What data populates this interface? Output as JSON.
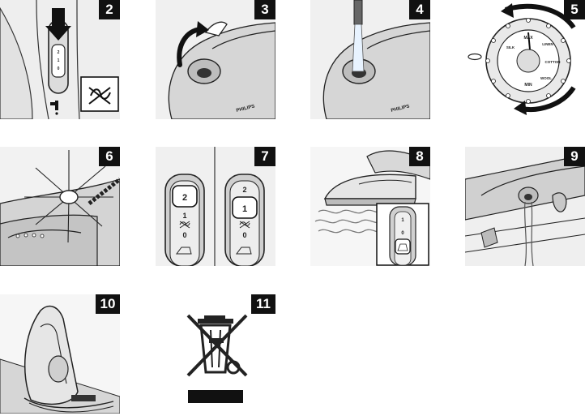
{
  "steps": {
    "s2": "2",
    "s3": "3",
    "s4": "4",
    "s5": "5",
    "s6": "6",
    "s7": "7",
    "s8": "8",
    "s9": "9",
    "s10": "10",
    "s11": "11"
  },
  "brand": "PHILIPS",
  "steam_dial": {
    "levels": [
      "2",
      "1",
      "0"
    ],
    "selected_left": "2",
    "selected_right": "1"
  },
  "temperature_dial": {
    "marks": [
      "MAX",
      "LINEN",
      "COTTON",
      "WOOL",
      "SILK",
      "MIN"
    ]
  },
  "colors": {
    "badge": "#111111",
    "panel": "#f4f4f4",
    "line": "#222222"
  },
  "icons": {
    "no_steam": "no-steam-icon",
    "tap": "tap-icon",
    "weee": "crossed-out-bin-icon"
  }
}
